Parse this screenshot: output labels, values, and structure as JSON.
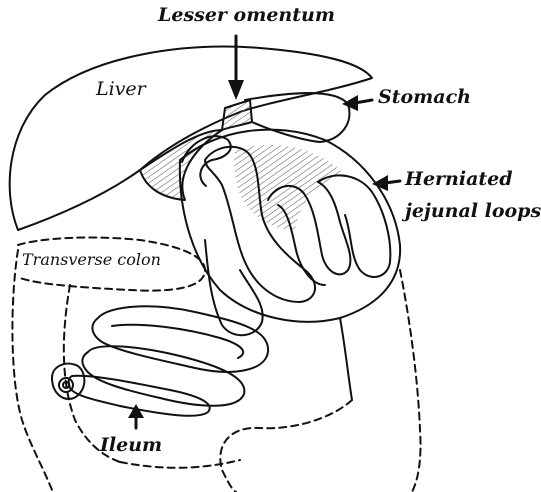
{
  "labels": {
    "lesser_omentum": "Lesser omentum",
    "liver": "Liver",
    "stomach": "Stomach",
    "herniated_line1": "Herniated",
    "herniated_line2": "jejunal loops",
    "transverse_colon": "Transverse colon",
    "ileum": "Ileum"
  },
  "colors": {
    "ink": "#111111",
    "background": "#ffffff",
    "hatch": "#6b6b6b"
  }
}
